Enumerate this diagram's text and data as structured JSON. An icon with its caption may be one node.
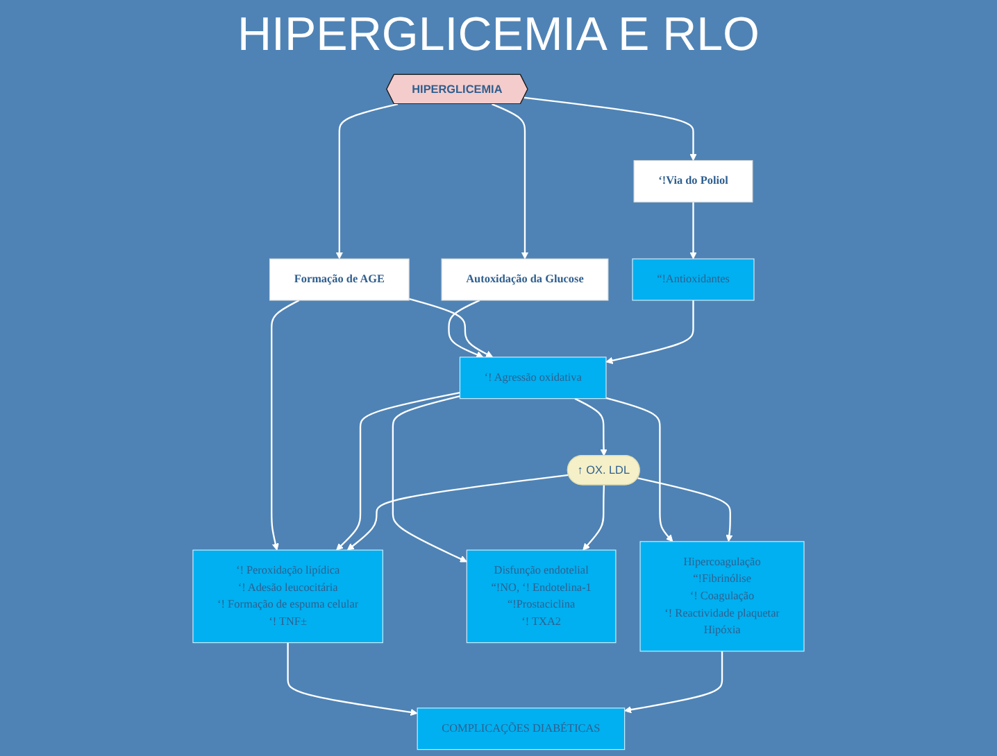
{
  "diagram": {
    "title": "HIPERGLICEMIA E RLO",
    "nodes": [
      {
        "text": [
          "HIPERGLICEMIA"
        ]
      },
      {
        "text": [
          "Formação de AGE"
        ]
      },
      {
        "text": [
          "Autoxidação da Glucose"
        ]
      },
      {
        "text": [
          "‘!Via do Poliol"
        ]
      },
      {
        "text": [
          "“!Antioxidantes"
        ]
      },
      {
        "text": [
          "‘! Agressão oxidativa"
        ]
      },
      {
        "text": [
          "↑ OX. LDL"
        ]
      },
      {
        "text": [
          "‘! Peroxidação lipídica",
          "‘! Adesão leucocitária",
          "‘! Formação de espuma celular",
          "‘! TNF±"
        ]
      },
      {
        "text": [
          "Disfunção endotelial",
          "“!NO, ‘! Endotelina-1",
          "“!Prostaciclina",
          "‘! TXA2"
        ]
      },
      {
        "text": [
          "Hipercoagulação",
          "“!Fibrinólise",
          "‘! Coagulação",
          "‘! Reactividade plaquetar",
          "Hipóxia"
        ]
      },
      {
        "text": [
          "COMPLICAÇÕES DIABÉTICAS"
        ]
      }
    ],
    "edges": [
      {
        "from": 0,
        "to": 1,
        "arrow": "to"
      },
      {
        "from": 0,
        "to": 2,
        "arrow": "to"
      },
      {
        "from": 0,
        "to": 3,
        "arrow": "to"
      },
      {
        "from": 3,
        "to": 4,
        "arrow": "to"
      },
      {
        "from": 2,
        "to": 5,
        "arrow": "to"
      },
      {
        "from": 1,
        "to": 5,
        "arrow": "to"
      },
      {
        "from": 4,
        "to": 5,
        "arrow": "to"
      },
      {
        "from": 1,
        "to": 7,
        "arrow": "to"
      },
      {
        "from": 5,
        "to": 7,
        "arrow": "to"
      },
      {
        "from": 5,
        "to": 6,
        "arrow": "to"
      },
      {
        "from": 5,
        "to": 8,
        "arrow": "to"
      },
      {
        "from": 5,
        "to": 9,
        "arrow": "to"
      },
      {
        "from": 6,
        "to": 7,
        "arrow": "to"
      },
      {
        "from": 6,
        "to": 9,
        "arrow": "to"
      },
      {
        "from": 6,
        "to": 8,
        "arrow": "to"
      },
      {
        "from": 7,
        "to": 10,
        "arrow": "to"
      },
      {
        "from": 9,
        "to": 10,
        "arrow": "to"
      }
    ]
  }
}
